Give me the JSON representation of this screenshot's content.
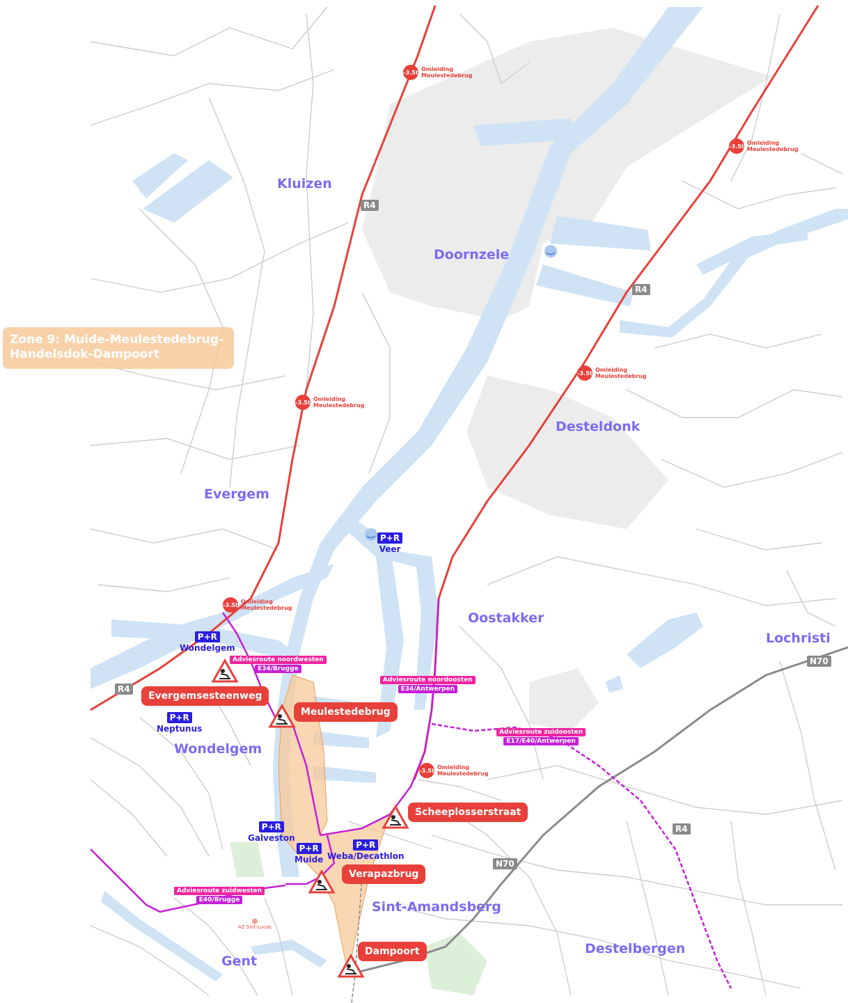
{
  "places": [
    {
      "label": "Kluizen"
    },
    {
      "label": "Doornzele"
    },
    {
      "label": "Desteldonk"
    },
    {
      "label": "Evergem"
    },
    {
      "label": "Oostakker"
    },
    {
      "label": "Lochristi"
    },
    {
      "label": "Wondelgem"
    },
    {
      "label": "Sint-Amandsberg"
    },
    {
      "label": "Destelbergen"
    },
    {
      "label": "Gent"
    }
  ],
  "works": [
    {
      "label": "Evergemsesteenweg"
    },
    {
      "label": "Meulestedebrug"
    },
    {
      "label": "Scheeplosserstraat"
    },
    {
      "label": "Verapazbrug"
    },
    {
      "label": "Dampoort"
    }
  ],
  "park_and_ride": [
    {
      "badge": "P+R",
      "name": "Veer"
    },
    {
      "badge": "P+R",
      "name": "Wondelgem"
    },
    {
      "badge": "P+R",
      "name": "Neptunus"
    },
    {
      "badge": "P+R",
      "name": "Galveston"
    },
    {
      "badge": "P+R",
      "name": "Muide"
    },
    {
      "badge": "P+R",
      "name": "Weba/Decathlon"
    }
  ],
  "advice_routes": [
    {
      "title": "Adviesroute noordwesten",
      "dest": "E34/Brugge"
    },
    {
      "title": "Adviesroute noordoosten",
      "dest": "E34/Antwerpen"
    },
    {
      "title": "Adviesroute zuidoosten",
      "dest": "E17/E40/Antwerpen"
    },
    {
      "title": "Adviesroute zuidwesten",
      "dest": "E40/Brugge"
    }
  ],
  "detours": {
    "limit": "-3.5t",
    "line1": "Omleiding",
    "line2": "Meulestedebrug"
  },
  "road_shields": {
    "r4": "R4",
    "n70": "N70"
  },
  "zone": {
    "line1": "Zone 9: Muide-Meulestedebrug-",
    "line2": "Handelsdok-Dampoort"
  },
  "hospital": {
    "label": "AZ Sint-Lucas"
  },
  "colors": {
    "water": "#cfe3f5",
    "industry": "#ececec",
    "road": "#c9c9c9",
    "r4": "#e8403a",
    "advice": "#c51fd6",
    "zone": "#f8c99a",
    "place": "#7b6cf0",
    "pr": "#2b1ee0",
    "alert": "#e8403a"
  },
  "icons": [
    "roadwork-icon",
    "ferry-icon",
    "hospital-icon"
  ]
}
